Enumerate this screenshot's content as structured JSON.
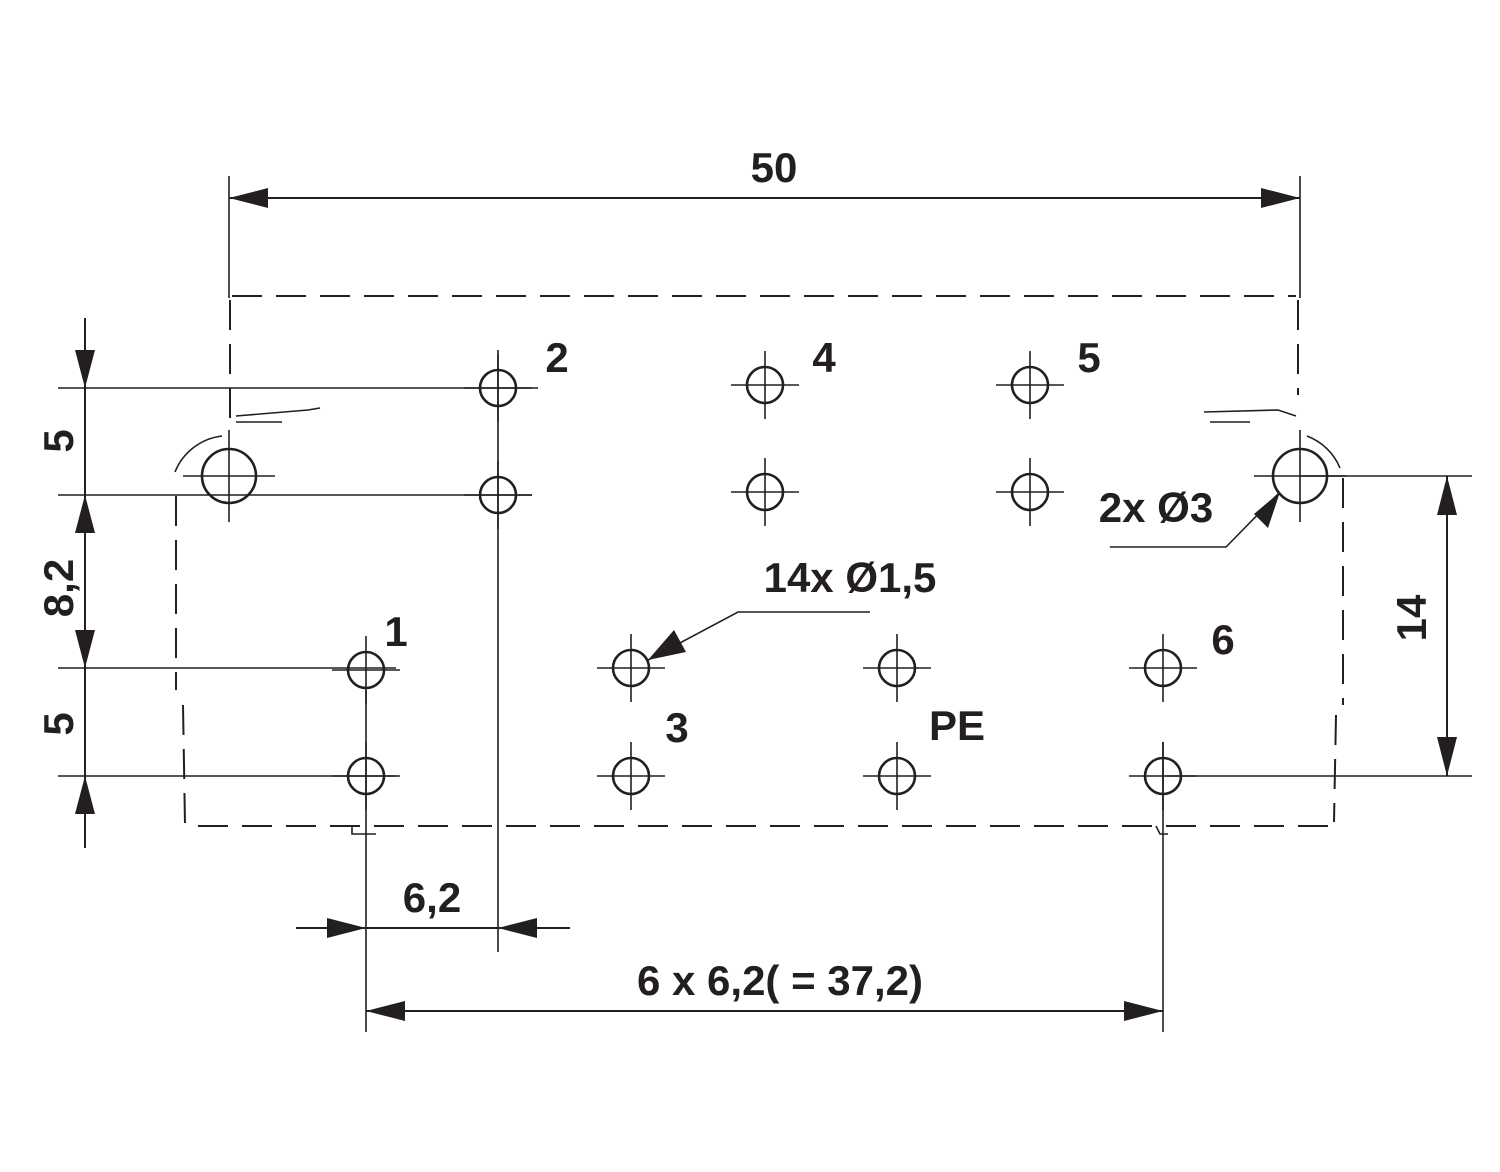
{
  "dimensions": {
    "overall_width": "50",
    "row_offset_top": "5",
    "row_spacing_middle": "8,2",
    "row_offset_bottom": "5",
    "height_total": "14",
    "pitch": "6,2",
    "pitch_total": "6 x 6,2( = 37,2)"
  },
  "callouts": {
    "pin_holes": "14x Ø1,5",
    "mount_holes": "2x Ø3"
  },
  "pins": {
    "p1": "1",
    "p2": "2",
    "p3": "3",
    "p4": "4",
    "p5": "5",
    "p6": "6",
    "pe": "PE"
  }
}
